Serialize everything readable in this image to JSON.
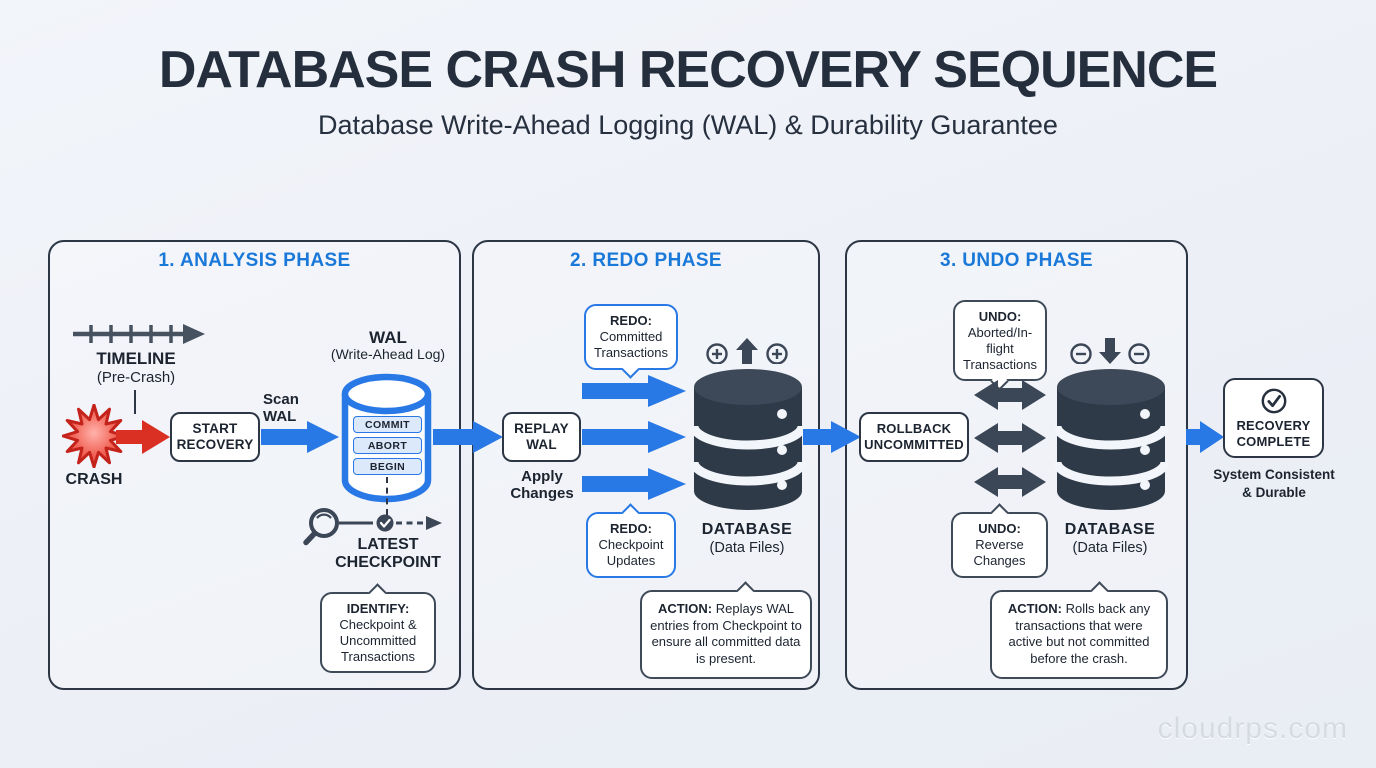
{
  "page": {
    "title": "DATABASE CRASH RECOVERY SEQUENCE",
    "subtitle": "Database Write-Ahead Logging (WAL) & Durability Guarantee",
    "watermark": "cloudrps.com"
  },
  "colors": {
    "accent_blue": "#2878e6",
    "heading_blue": "#1a79d8",
    "dark_navy": "#27303f",
    "slate": "#3b4656",
    "crash_red": "#da2f23",
    "pill_bg": "#dce9fa",
    "background": "#eef1f6"
  },
  "icons": {
    "timeline-arrow-icon": "ticked right arrow",
    "crash-burst-icon": "red starburst",
    "magnifier-icon": "search magnifying glass",
    "checkpoint-check-icon": "check in filled circle",
    "plus-circle-icon": "circled plus",
    "up-arrow-icon": "thick up arrow",
    "minus-circle-icon": "circled minus",
    "down-arrow-icon": "thick down arrow",
    "complete-check-icon": "check in outlined circle"
  },
  "analysis": {
    "heading": "1. ANALYSIS PHASE",
    "timeline_label": "TIMELINE",
    "timeline_sub": "(Pre-Crash)",
    "crash_label": "CRASH",
    "start_recovery": "START RECOVERY",
    "scan_wal": "Scan WAL",
    "wal_label": "WAL",
    "wal_sub": "(Write-Ahead Log)",
    "wal_entries": [
      "COMMIT",
      "ABORT",
      "BEGIN"
    ],
    "checkpoint_label": "LATEST CHECKPOINT",
    "identify_title": "IDENTIFY:",
    "identify_body": "Checkpoint & Uncommitted Transactions"
  },
  "redo": {
    "heading": "2. REDO PHASE",
    "bubble_top_title": "REDO:",
    "bubble_top_body": "Committed Transactions",
    "replay_wal": "REPLAY WAL",
    "apply_changes": "Apply Changes",
    "database_label": "DATABASE",
    "database_sub": "(Data Files)",
    "bubble_bottom_title": "REDO:",
    "bubble_bottom_body": "Checkpoint Updates",
    "action_title": "ACTION:",
    "action_body": "Replays WAL entries from Checkpoint to ensure all committed data is present."
  },
  "undo": {
    "heading": "3. UNDO PHASE",
    "bubble_top_title": "UNDO:",
    "bubble_top_body": "Aborted/In-flight Transactions",
    "rollback": "ROLLBACK UNCOMMITTED",
    "database_label": "DATABASE",
    "database_sub": "(Data Files)",
    "bubble_bottom_title": "UNDO:",
    "bubble_bottom_body": "Reverse Changes",
    "action_title": "ACTION:",
    "action_body": "Rolls back any transactions that were active but not committed before the crash."
  },
  "complete": {
    "label": "RECOVERY COMPLETE",
    "caption": "System Consistent & Durable"
  }
}
